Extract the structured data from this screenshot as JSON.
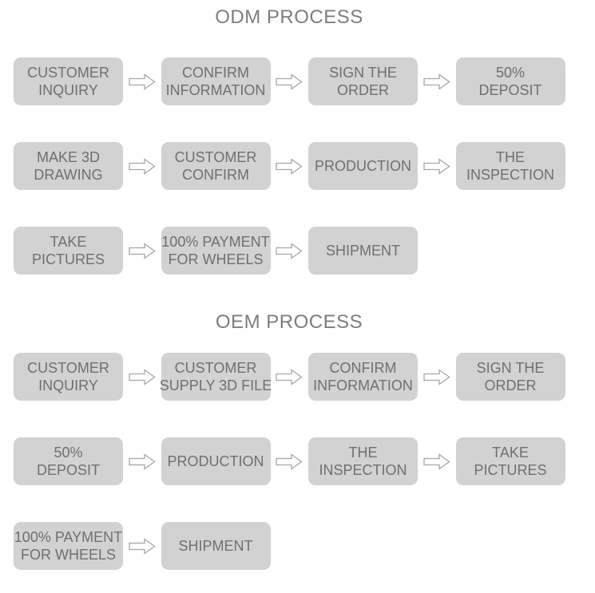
{
  "colors": {
    "background": "#ffffff",
    "box_fill": "#d2d2d2",
    "box_text": "#6f6f6f",
    "title_text": "#7d7d7d",
    "arrow_stroke": "#a6a6a6",
    "arrow_fill": "#ffffff"
  },
  "arrow_icon": "right-block-arrow",
  "sections": [
    {
      "id": "odm",
      "title": "ODM PROCESS",
      "rows": [
        [
          {
            "lines": [
              "CUSTOMER",
              "INQUIRY"
            ]
          },
          {
            "lines": [
              "CONFIRM",
              "INFORMATION"
            ]
          },
          {
            "lines": [
              "SIGN THE",
              "ORDER"
            ]
          },
          {
            "lines": [
              "50%",
              "DEPOSIT"
            ]
          }
        ],
        [
          {
            "lines": [
              "MAKE 3D",
              "DRAWING"
            ]
          },
          {
            "lines": [
              "CUSTOMER",
              "CONFIRM"
            ]
          },
          {
            "lines": [
              "PRODUCTION"
            ]
          },
          {
            "lines": [
              "THE",
              "INSPECTION"
            ]
          }
        ],
        [
          {
            "lines": [
              "TAKE",
              "PICTURES"
            ]
          },
          {
            "lines": [
              "100% PAYMENT",
              "FOR WHEELS"
            ]
          },
          {
            "lines": [
              "SHIPMENT"
            ]
          }
        ]
      ]
    },
    {
      "id": "oem",
      "title": "OEM PROCESS",
      "rows": [
        [
          {
            "lines": [
              "CUSTOMER",
              "INQUIRY"
            ]
          },
          {
            "lines": [
              "CUSTOMER",
              "SUPPLY 3D FILE"
            ]
          },
          {
            "lines": [
              "CONFIRM",
              "INFORMATION"
            ]
          },
          {
            "lines": [
              "SIGN THE",
              "ORDER"
            ]
          }
        ],
        [
          {
            "lines": [
              "50%",
              "DEPOSIT"
            ]
          },
          {
            "lines": [
              "PRODUCTION"
            ]
          },
          {
            "lines": [
              "THE",
              "INSPECTION"
            ]
          },
          {
            "lines": [
              "TAKE",
              "PICTURES"
            ]
          }
        ],
        [
          {
            "lines": [
              "100% PAYMENT",
              "FOR WHEELS"
            ]
          },
          {
            "lines": [
              "SHIPMENT"
            ]
          }
        ]
      ]
    }
  ]
}
